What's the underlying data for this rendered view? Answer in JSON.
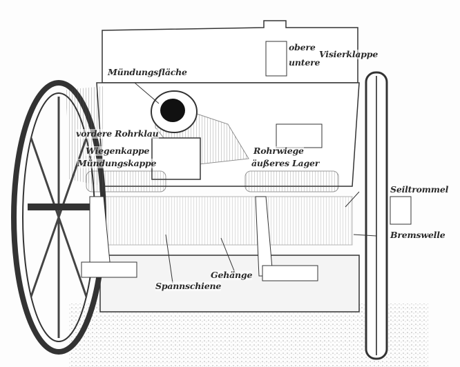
{
  "labels": {
    "muendungsflaeche": "Mündungsfläche",
    "obere": "obere",
    "untere": "untere",
    "visierklappe": "Visierklappe",
    "vordere_rohrklaue": "vordere Rohrklau",
    "wiegenkappe": "Wiegenkappe",
    "muendungskappe": "Mündungskappe",
    "rohrwiege": "Rohrwiege",
    "aeusseres_lager": "äußeres Lager",
    "seiltrommel": "Seiltrommel",
    "bremswelle": "Bremswelle",
    "gehaenge": "Gehänge",
    "spannschiene": "Spannschiene"
  }
}
